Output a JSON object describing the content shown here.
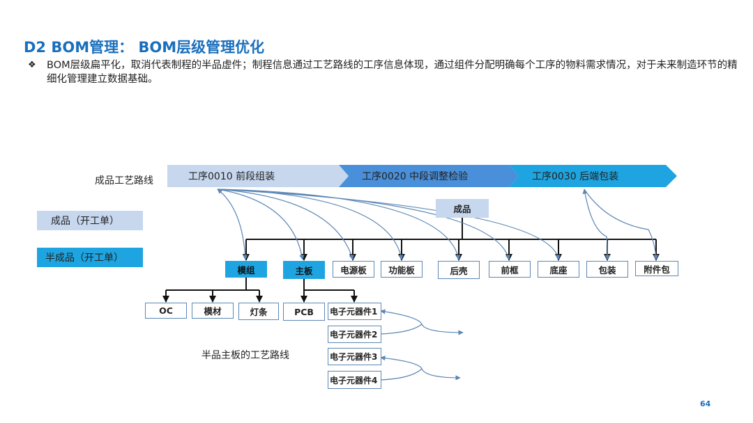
{
  "header": {
    "title": "D2 BOM管理： BOM层级管理优化",
    "bullet_symbol": "❖",
    "bullet_text": "BOM层级扁平化，取消代表制程的半品虚件；制程信息通过工艺路线的工序信息体现，通过组件分配明确每个工序的物料需求情况，对于未来制造环节的精细化管理建立数据基础。"
  },
  "legend": {
    "finished": "成品（开工单）",
    "semi": "半成品（开工单）"
  },
  "routing": {
    "label": "成品工艺路线",
    "steps": [
      "工序0010 前段组装",
      "工序0020 中段调整检验",
      "工序0030 后端包装"
    ]
  },
  "colors": {
    "step1": "#c7d7ee",
    "step2": "#4a8fd9",
    "step3": "#1ea4e0",
    "semi": "#1ea4e0",
    "finished": "#c7d7ee",
    "title": "#1a6fbd",
    "arrow": "#5b86b5"
  },
  "tree": {
    "root": "成品",
    "level1": [
      "模组",
      "主板",
      "电源板",
      "功能板",
      "后壳",
      "前框",
      "底座",
      "包装",
      "附件包"
    ],
    "module_children": [
      "OC",
      "模材",
      "灯条"
    ],
    "board_children": [
      "PCB"
    ],
    "components": [
      "电子元器件1",
      "电子元器件2",
      "电子元器件3",
      "电子元器件4"
    ]
  },
  "board_route_label": "半品主板的工艺路线",
  "page_number": "64"
}
